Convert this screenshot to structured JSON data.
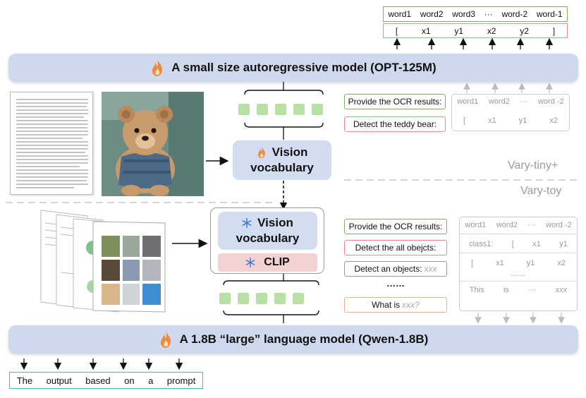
{
  "top_output": {
    "words": [
      "word1",
      "word2",
      "word3",
      "···",
      "word-2",
      "word-1"
    ],
    "coords": [
      "[",
      "x1",
      "y1",
      "x2",
      "y2",
      "]"
    ]
  },
  "opt_banner": {
    "label": "A small size autoregressive model (OPT-125M)"
  },
  "vision_vocab_tiny": {
    "line1": "Vision",
    "line2": "vocabulary"
  },
  "vision_vocab_toy": {
    "line1": "Vision",
    "line2": "vocabulary"
  },
  "clip": {
    "label": "CLIP"
  },
  "tiny_prompts": {
    "ocr": "Provide the OCR results:",
    "teddy": "Detect the teddy bear:"
  },
  "tiny_output": {
    "words": [
      "word1",
      "word2",
      "···",
      "word -2"
    ],
    "coords": [
      "[",
      "x1",
      "y1",
      "x2"
    ]
  },
  "stage_labels": {
    "tiny": "Vary-tiny+",
    "toy": "Vary-toy"
  },
  "toy_prompts": {
    "ocr": "Provide the OCR results:",
    "detect_all": "Detect the all obejcts:",
    "detect_an": "Detect an objects:",
    "detect_an_var": "xxx",
    "dots": "……",
    "what_is": "What is",
    "what_is_var": "xxx?"
  },
  "toy_output": {
    "row1": [
      "word1",
      "word2",
      "···",
      "word -2"
    ],
    "row2": [
      "class1:",
      "[",
      "x1",
      "y1"
    ],
    "row3": [
      "[",
      "x1",
      "y1",
      "x2"
    ],
    "dots": "……",
    "row4": [
      "This",
      "is",
      "···",
      "xxx"
    ]
  },
  "qwen_banner": {
    "label": "A 1.8B “large” language model (Qwen-1.8B)"
  },
  "bottom_output": {
    "words": [
      "The",
      "output",
      "based",
      "on",
      "a",
      "prompt"
    ]
  },
  "colors": {
    "banner": "#cfd9ee",
    "token": "#b9e0a5",
    "fire": "#f08a3c",
    "snow": "#3d7ee0"
  }
}
